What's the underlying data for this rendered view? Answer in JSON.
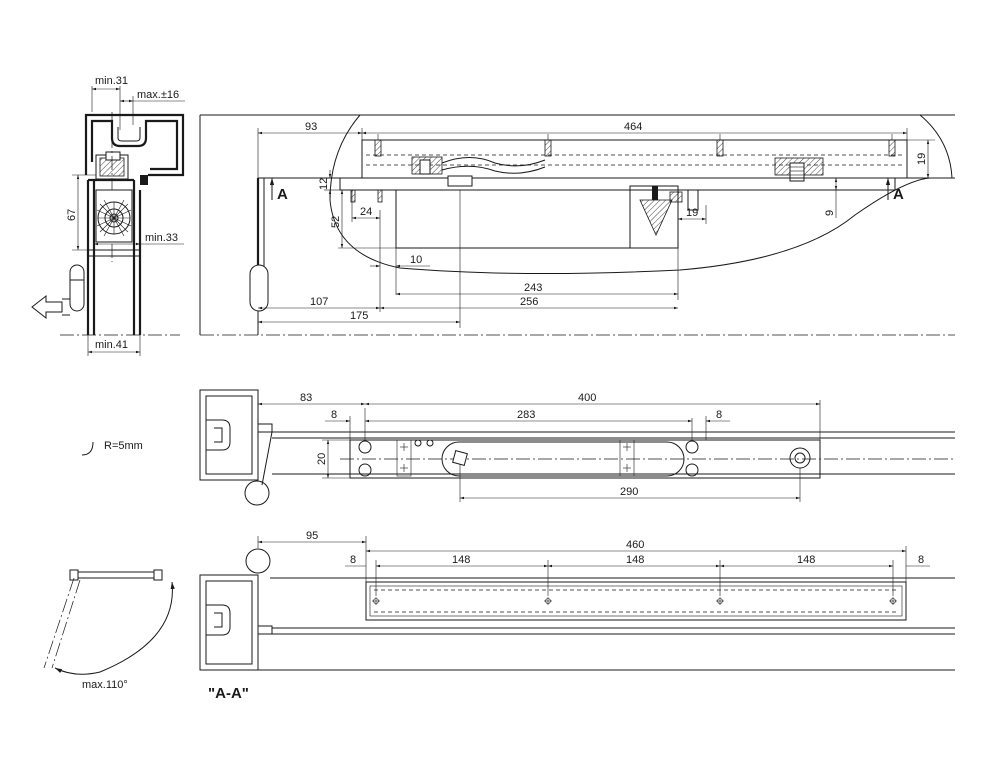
{
  "dimensions": {
    "side_min31": "min.31",
    "side_max16": "max.±16",
    "side_67": "67",
    "side_min33": "min.33",
    "side_min41": "min.41",
    "top_93": "93",
    "top_464": "464",
    "top_19a": "19",
    "top_12": "12",
    "top_52": "52",
    "top_24": "24",
    "top_19b": "19",
    "top_9": "9",
    "top_10": "10",
    "top_243": "243",
    "top_107": "107",
    "top_256": "256",
    "top_175": "175",
    "mid_83": "83",
    "mid_400": "400",
    "mid_8a": "8",
    "mid_283": "283",
    "mid_8b": "8",
    "mid_20": "20",
    "mid_290": "290",
    "bot_95": "95",
    "bot_460": "460",
    "bot_8a": "8",
    "bot_148a": "148",
    "bot_148b": "148",
    "bot_148c": "148",
    "bot_8b": "8"
  },
  "section_marks": {
    "left": "A",
    "right": "A"
  },
  "notes": {
    "radius": "R=5mm",
    "angle": "max.110°",
    "section_label": "\"A-A\""
  }
}
